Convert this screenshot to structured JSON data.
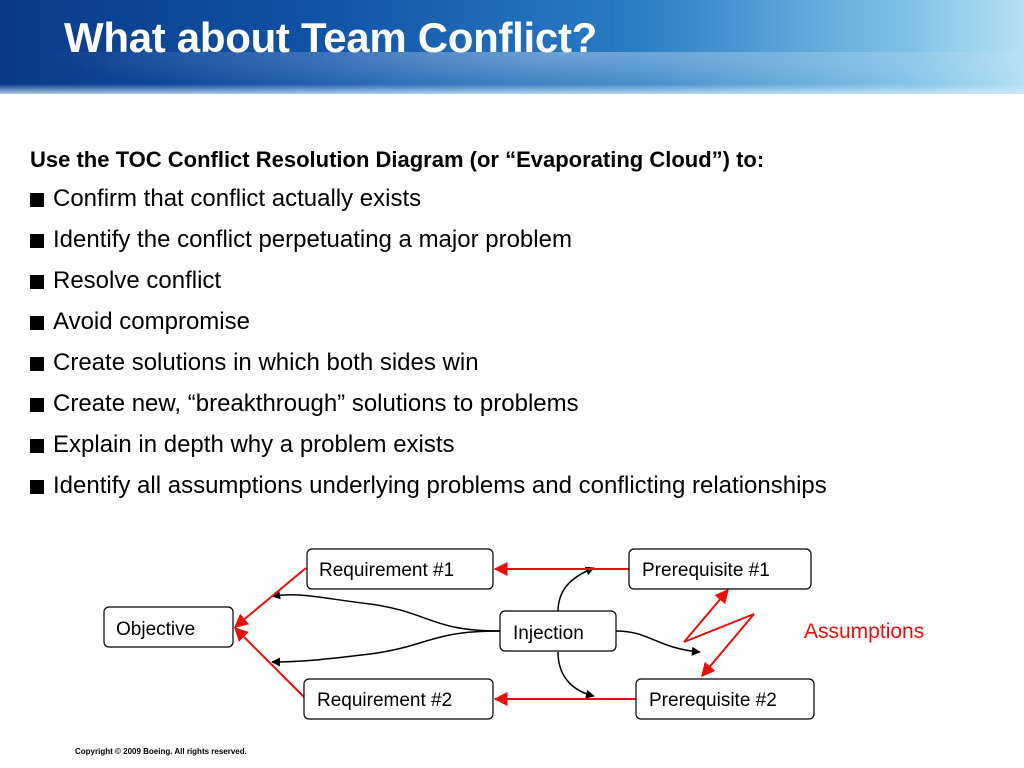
{
  "header": {
    "title": "What about Team Conflict?"
  },
  "intro": "Use the TOC Conflict Resolution Diagram (or “Evaporating Cloud”) to:",
  "bullets": [
    "Confirm that conflict actually exists",
    "Identify the conflict perpetuating a major problem",
    "Resolve conflict",
    "Avoid compromise",
    "Create solutions in which both sides win",
    "Create new, “breakthrough” solutions to problems",
    "Explain in depth why a problem exists",
    "Identify all assumptions underlying problems and conflicting relationships"
  ],
  "diagram": {
    "objective": "Objective",
    "requirement1": "Requirement #1",
    "requirement2": "Requirement #2",
    "prerequisite1": "Prerequisite #1",
    "prerequisite2": "Prerequisite #2",
    "injection": "Injection",
    "assumptions": "Assumptions"
  },
  "colors": {
    "arrow_red": "#e8100c",
    "header_blue": "#1052a6"
  },
  "footer": {
    "copyright": "Copyright © 2009 Boeing. All rights reserved."
  }
}
